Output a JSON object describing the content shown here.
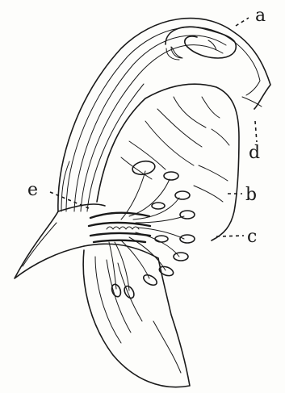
{
  "figure": {
    "labels": {
      "a": "a",
      "d": "d",
      "e": "e",
      "b": "b",
      "c": "c"
    }
  }
}
